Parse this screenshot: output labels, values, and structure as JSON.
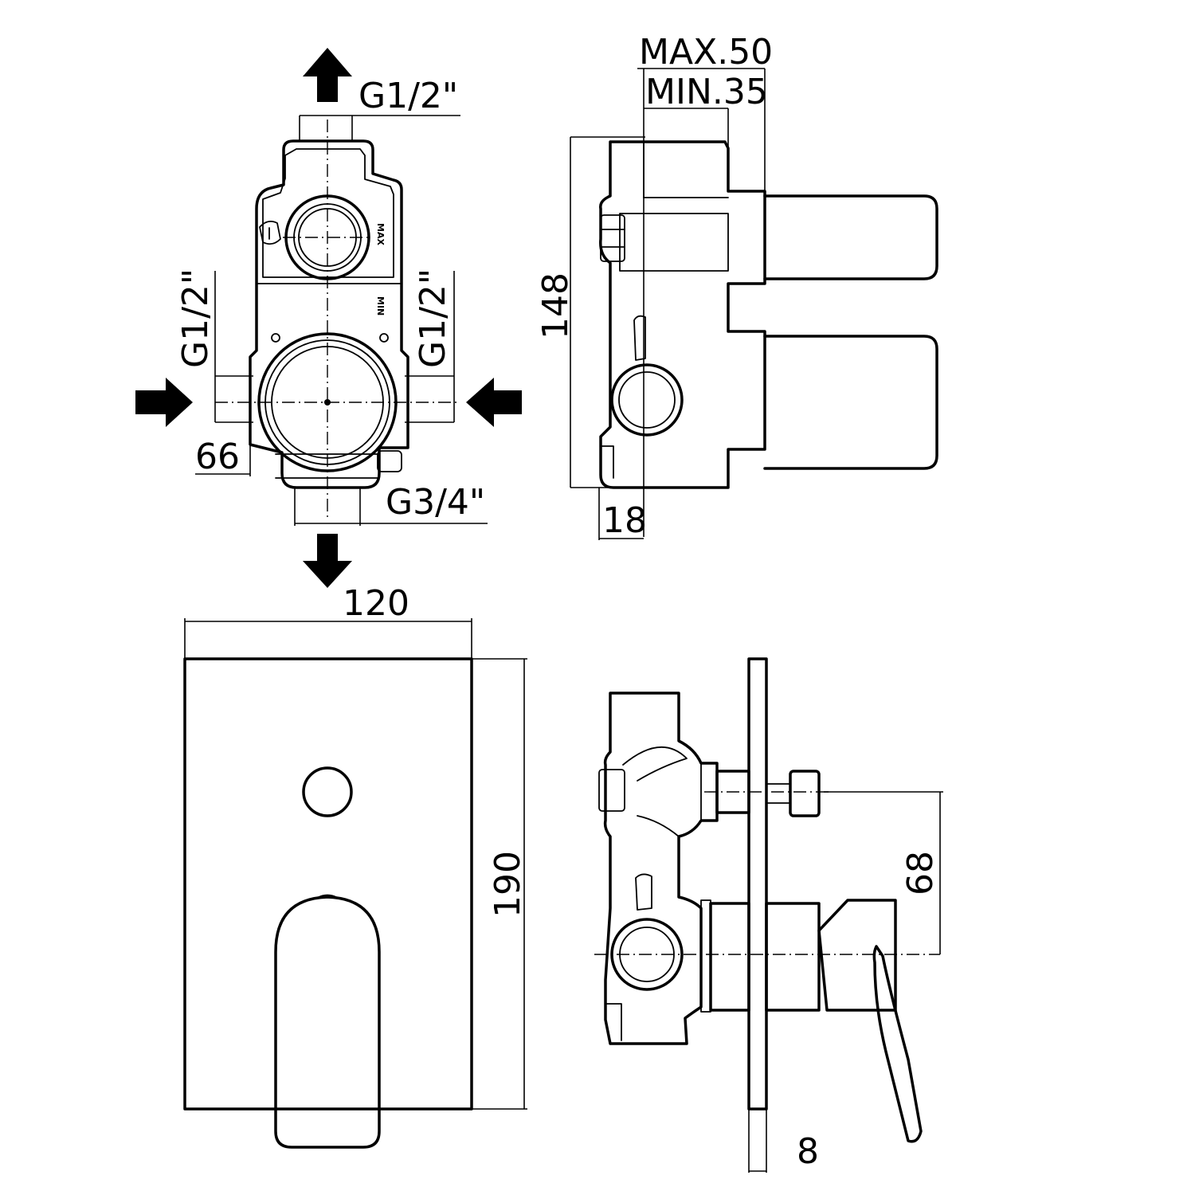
{
  "top_view": {
    "outlet_top": "G1/2\"",
    "inlet_left": "G1/2\"",
    "inlet_right": "G1/2\"",
    "depth_66": "66",
    "outlet_bottom": "G3/4\"",
    "mark_max": "MAX",
    "mark_min": "MIN"
  },
  "side_body_view": {
    "max_depth": "MAX.50",
    "min_depth": "MIN.35",
    "height_148": "148",
    "offset_18": "18"
  },
  "front_view": {
    "width_120": "120",
    "height_190": "190"
  },
  "side_assembled_view": {
    "spacing_68": "68",
    "plate_8": "8"
  }
}
